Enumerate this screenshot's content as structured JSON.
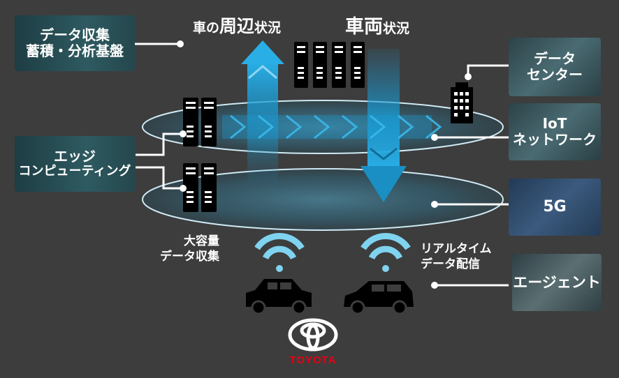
{
  "left_boxes": {
    "data_platform": [
      "データ収集",
      "蓄積・分析基盤"
    ],
    "edge_computing": [
      "エッジ",
      "コンピューティング"
    ]
  },
  "right_boxes": {
    "data_center": [
      "データ",
      "センター"
    ],
    "iot_network": [
      "IoT",
      "ネットワーク"
    ],
    "five_g": "5G",
    "agent": "エージェント"
  },
  "top_labels": {
    "vehicle_surroundings": {
      "prefix": "車の",
      "main": "周辺",
      "suffix": "状況"
    },
    "vehicle_status": {
      "main": "車両",
      "suffix": "状況"
    }
  },
  "bottom_labels": {
    "bulk_collection": [
      "大容量",
      "データ収集"
    ],
    "realtime_delivery": [
      "リアルタイム",
      "データ配信"
    ]
  },
  "brand": "TOYOTA",
  "colors": {
    "background": "#3d3d3d",
    "accent": "#1a9bd4",
    "brand_red": "#e60012"
  }
}
